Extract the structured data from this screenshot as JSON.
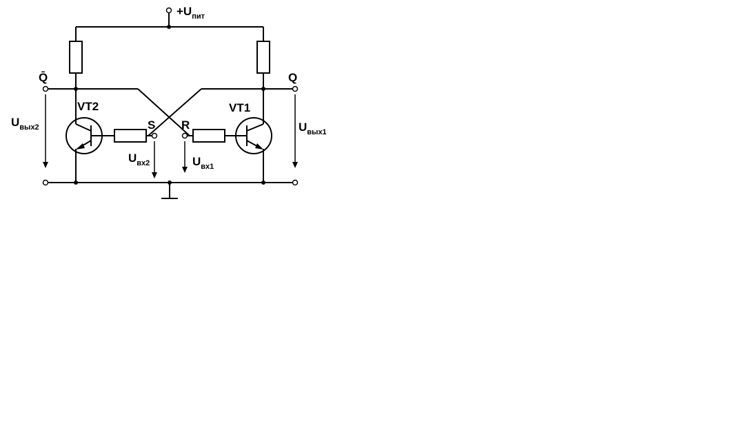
{
  "supply": {
    "prefix": "+U",
    "sub": "пит"
  },
  "outputs": {
    "q": "Q",
    "q_bar": "Q̄",
    "u_out1": {
      "main": "U",
      "sub": "вых1"
    },
    "u_out2": {
      "main": "U",
      "sub": "вых2"
    }
  },
  "inputs": {
    "s": "S",
    "r": "R",
    "u_in1": {
      "main": "U",
      "sub": "вх1"
    },
    "u_in2": {
      "main": "U",
      "sub": "вх2"
    }
  },
  "transistors": {
    "vt1": "VT1",
    "vt2": "VT2"
  }
}
